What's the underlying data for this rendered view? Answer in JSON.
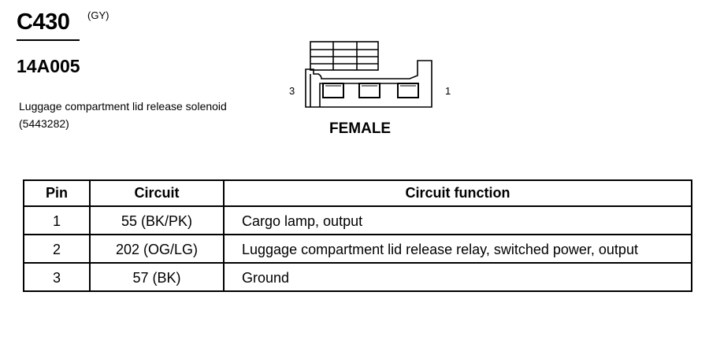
{
  "connector": {
    "id": "C430",
    "color": "(GY)",
    "part_number": "14A005",
    "description": "Luggage compartment lid release solenoid (5443282)",
    "view": "FEMALE",
    "pin_left_label": "3",
    "pin_right_label": "1"
  },
  "table": {
    "headers": [
      "Pin",
      "Circuit",
      "Circuit function"
    ],
    "rows": [
      {
        "pin": "1",
        "circuit": "55 (BK/PK)",
        "function": "Cargo lamp, output"
      },
      {
        "pin": "2",
        "circuit": "202 (OG/LG)",
        "function": "Luggage compartment lid release relay, switched power, output"
      },
      {
        "pin": "3",
        "circuit": "57 (BK)",
        "function": "Ground"
      }
    ]
  }
}
